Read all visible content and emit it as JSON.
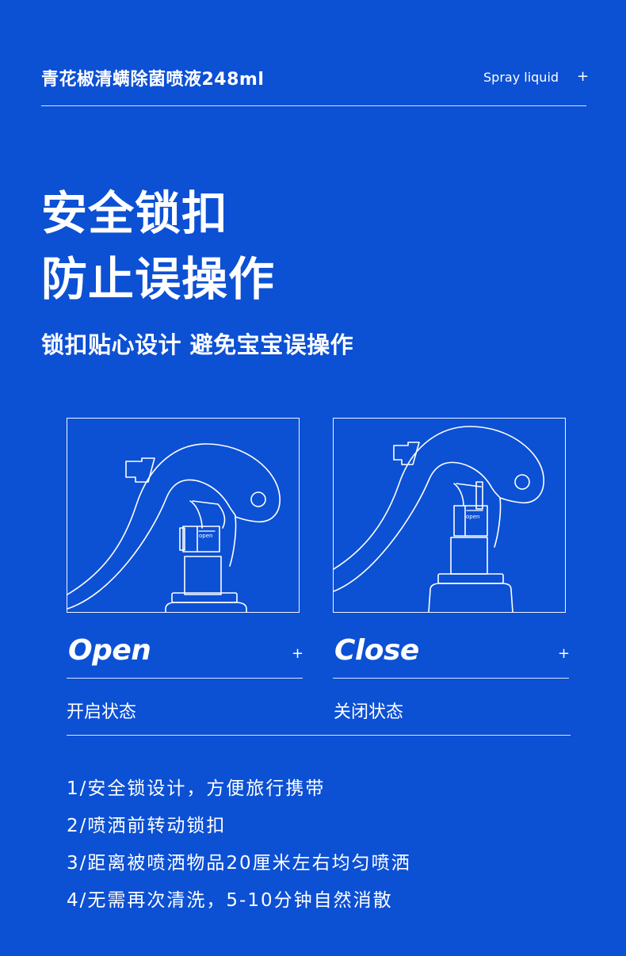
{
  "header": {
    "title": "青花椒清螨除菌喷液248ml",
    "subtitle": "Spray liquid",
    "plus": "+"
  },
  "headline": {
    "line1": "安全锁扣",
    "line2": "防止误操作"
  },
  "subheadline": "锁扣贴心设计 避免宝宝误操作",
  "states": [
    {
      "title": "Open",
      "caption": "开启状态",
      "tag": "open",
      "icon": "sprayer-open-icon"
    },
    {
      "title": "Close",
      "caption": "关闭状态",
      "tag": "open",
      "icon": "sprayer-closed-icon"
    }
  ],
  "features": [
    "1/安全锁设计，方便旅行携带",
    "2/喷洒前转动锁扣",
    "3/距离被喷洒物品20厘米左右均匀喷洒",
    "4/无需再次清洗，5-10分钟自然消散"
  ],
  "colors": {
    "background": "#0c50d4",
    "foreground": "#ffffff"
  }
}
